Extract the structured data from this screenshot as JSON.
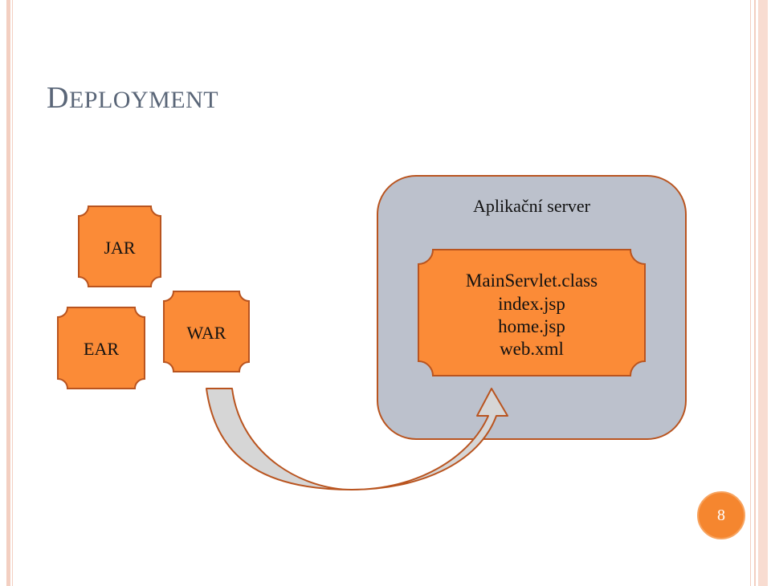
{
  "slide": {
    "title_first": "D",
    "title_rest": "EPLOYMENT",
    "page_number": "8"
  },
  "diagram": {
    "packages": {
      "jar": "JAR",
      "ear": "EAR",
      "war": "WAR"
    },
    "server": {
      "label": "Aplikační server",
      "contents": [
        "MainServlet.class",
        "index.jsp",
        "home.jsp",
        "web.xml"
      ]
    }
  },
  "colors": {
    "orange_fill": "#fb8b37",
    "orange_border": "#b9541f",
    "server_fill": "#bcc1cc",
    "server_border": "#b9541f",
    "title_color": "#5a6678",
    "arrow_fill": "#d6d6d6",
    "arrow_border": "#b9541f"
  }
}
